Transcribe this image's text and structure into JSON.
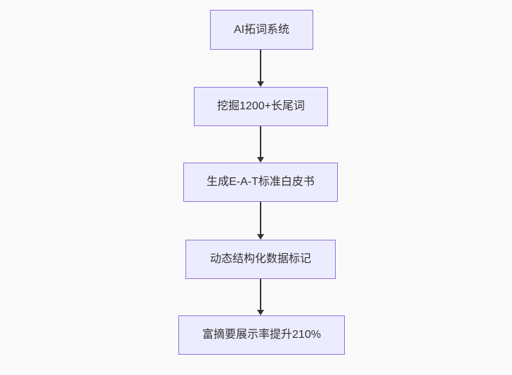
{
  "diagram": {
    "type": "flowchart",
    "direction": "top-down",
    "nodes": [
      {
        "id": "n1",
        "label": "AI拓词系统"
      },
      {
        "id": "n2",
        "label": "挖掘1200+长尾词"
      },
      {
        "id": "n3",
        "label": "生成E-A-T标准白皮书"
      },
      {
        "id": "n4",
        "label": "动态结构化数据标记"
      },
      {
        "id": "n5",
        "label": "富摘要展示率提升210%"
      }
    ],
    "edges": [
      {
        "from": "n1",
        "to": "n2"
      },
      {
        "from": "n2",
        "to": "n3"
      },
      {
        "from": "n3",
        "to": "n4"
      },
      {
        "from": "n4",
        "to": "n5"
      }
    ],
    "colors": {
      "node_fill": "#ececff",
      "node_border": "#9370db",
      "arrow": "#333333",
      "text": "#333333",
      "background": "#fafafa"
    }
  }
}
